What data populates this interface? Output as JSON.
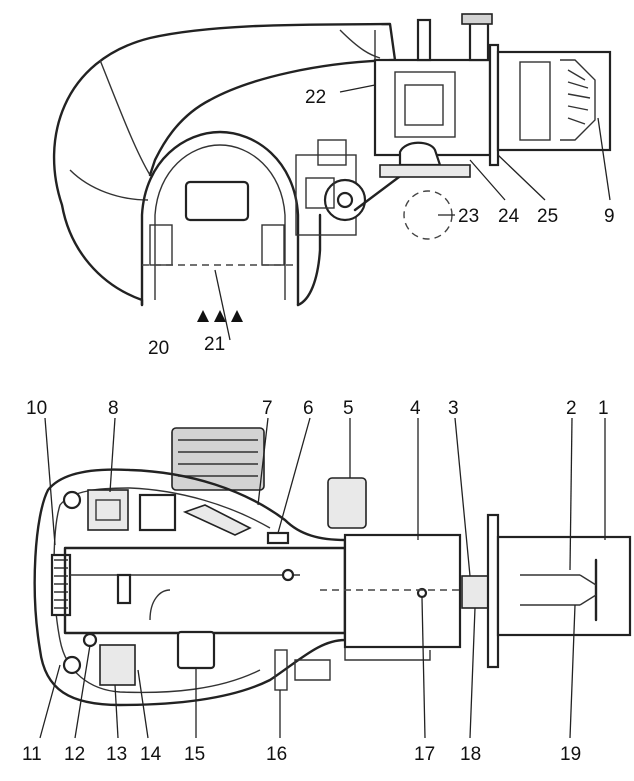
{
  "top_view": {
    "labels": [
      "22",
      "20",
      "21",
      "23",
      "24",
      "25",
      "9"
    ]
  },
  "bottom_view": {
    "top_labels": [
      "10",
      "8",
      "7",
      "6",
      "5",
      "4",
      "3",
      "2",
      "1"
    ],
    "bottom_labels": [
      "11",
      "12",
      "13",
      "14",
      "15",
      "16",
      "17",
      "18",
      "19"
    ]
  },
  "colors": {
    "line": "#222222",
    "fill_light": "#e9e9e9",
    "fill_dark": "#d3d3d3",
    "background": "#ffffff"
  }
}
